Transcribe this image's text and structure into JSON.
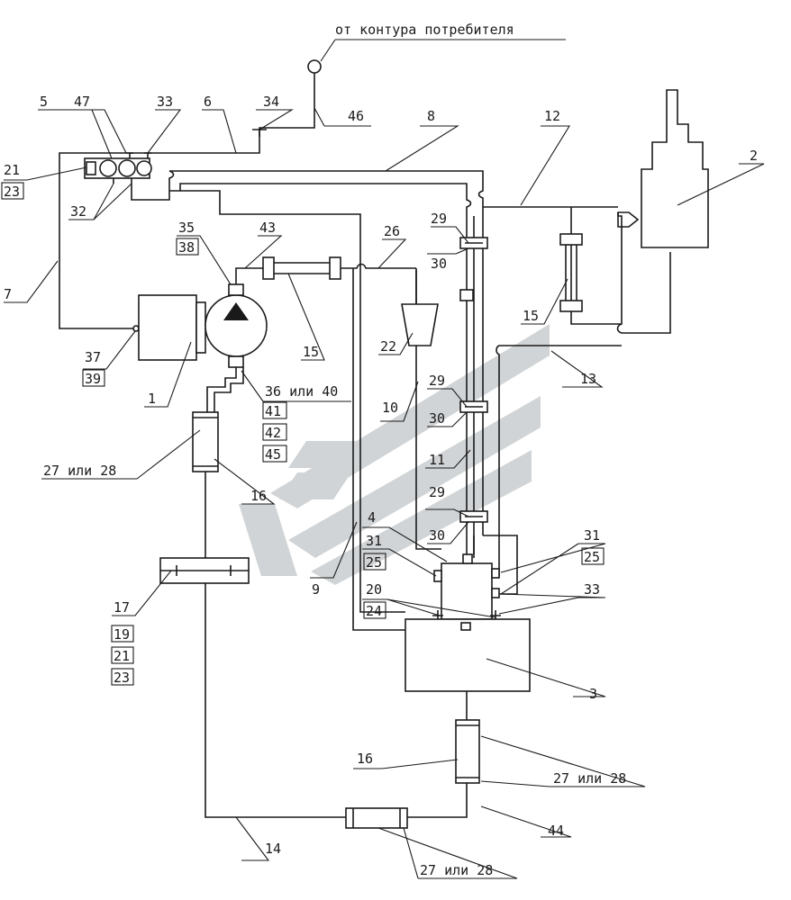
{
  "caption": "от контура потребителя",
  "watermark_color": "#c9cdcf",
  "labels": {
    "l5": "5",
    "l47": "47",
    "l33a": "33",
    "l6": "6",
    "l34": "34",
    "l46": "46",
    "l8": "8",
    "l12": "12",
    "l2": "2",
    "l21a": "21",
    "l23a": "23",
    "l32": "32",
    "l29a": "29",
    "l30a": "30",
    "l35": "35",
    "l38": "38",
    "l43": "43",
    "l26": "26",
    "l7": "7",
    "l15a": "15",
    "l15b": "15",
    "l22": "22",
    "l37": "37",
    "l39": "39",
    "l13": "13",
    "l1": "1",
    "l36": "36 или 40",
    "l41": "41",
    "l42": "42",
    "l45": "45",
    "l29b": "29",
    "l30b": "30",
    "l10": "10",
    "l27a": "27 или 28",
    "l16a": "16",
    "l11": "11",
    "l29c": "29",
    "l30c": "30",
    "l4": "4",
    "l31a": "31",
    "l25a": "25",
    "l31b": "31",
    "l25b": "25",
    "l33b": "33",
    "l20": "20",
    "l24": "24",
    "l9": "9",
    "l17": "17",
    "l19": "19",
    "l21b": "21",
    "l23b": "23",
    "l3": "3",
    "l16b": "16",
    "l27b": "27 или 28",
    "l44": "44",
    "l14": "14",
    "l27c": "27 или 28"
  }
}
